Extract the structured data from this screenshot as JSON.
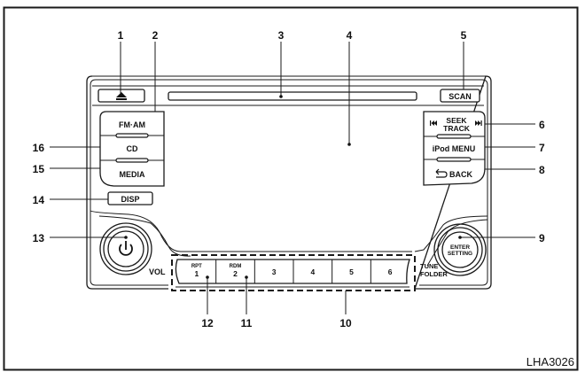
{
  "figure": {
    "code": "LHA3026",
    "colors": {
      "line": "#1a1a1a",
      "background": "#ffffff"
    }
  },
  "unit": {
    "eject_icon": "eject-icon",
    "scan_label": "SCAN",
    "left_group": [
      "FM·AM",
      "CD",
      "MEDIA"
    ],
    "disp_label": "DISP",
    "right_group": {
      "seek_line1": "SEEK",
      "seek_line2": "TRACK",
      "seek_prev_icon": "skip-back-icon",
      "seek_next_icon": "skip-forward-icon",
      "ipod_menu": "iPod MENU",
      "back_label": "BACK",
      "back_icon": "return-arrow-icon"
    },
    "power_icon": "power-icon",
    "vol_label": "VOL",
    "enter_line1": "ENTER",
    "enter_line2": "SETTING",
    "tune_line1": "TUNE",
    "tune_line2": "FOLDER",
    "presets": [
      {
        "sub": "RPT",
        "num": "1"
      },
      {
        "sub": "RDM",
        "num": "2"
      },
      {
        "sub": "",
        "num": "3"
      },
      {
        "sub": "",
        "num": "4"
      },
      {
        "sub": "",
        "num": "5"
      },
      {
        "sub": "",
        "num": "6"
      }
    ]
  },
  "callouts": {
    "c1": "1",
    "c2": "2",
    "c3": "3",
    "c4": "4",
    "c5": "5",
    "c6": "6",
    "c7": "7",
    "c8": "8",
    "c9": "9",
    "c10": "10",
    "c11": "11",
    "c12": "12",
    "c13": "13",
    "c14": "14",
    "c15": "15",
    "c16": "16"
  }
}
